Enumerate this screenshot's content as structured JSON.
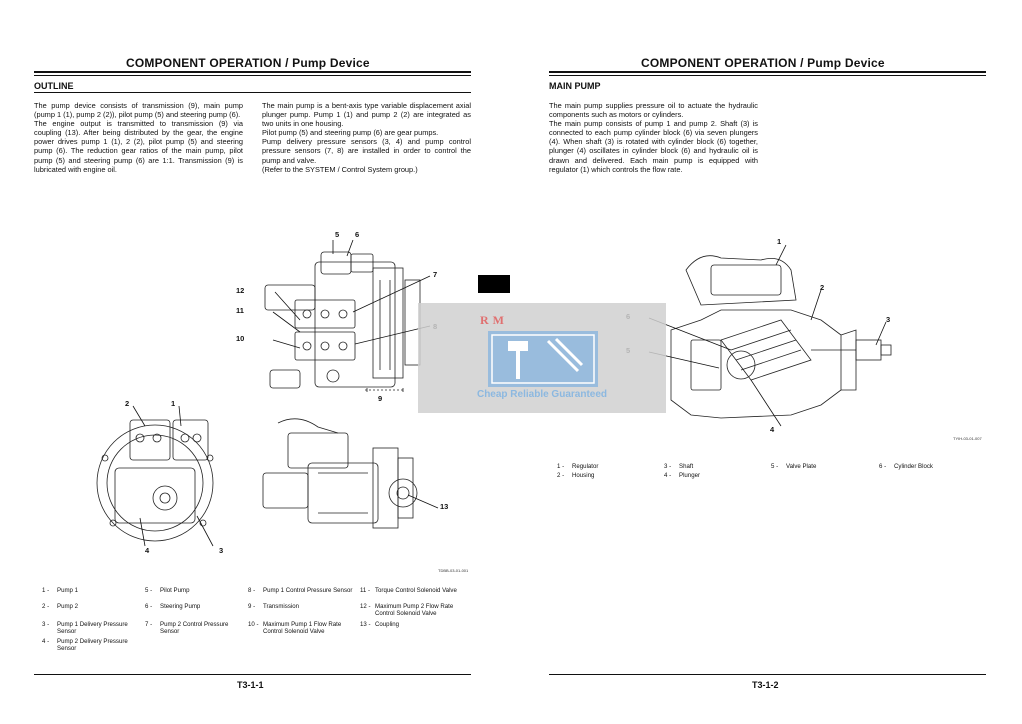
{
  "left": {
    "header": "COMPONENT OPERATION / Pump Device",
    "section": "OUTLINE",
    "col1": [
      "The pump device consists of transmission (9), main pump (pump 1 (1), pump 2 (2)), pilot pump (5) and steering pump (6).",
      "The engine output is transmitted to transmission (9) via coupling (13). After being distributed by the gear, the engine power drives pump 1 (1), 2 (2), pilot pump (5) and steering pump (6). The reduction gear ratios of the main pump, pilot pump (5) and steering pump (6) are 1:1. Transmission (9) is lubricated with engine oil."
    ],
    "col2": [
      "The main pump is a bent-axis type variable displacement axial plunger pump. Pump 1 (1) and pump 2 (2) are integrated as two units in one housing.",
      "Pilot pump (5) and steering pump (6) are gear pumps.",
      "Pump delivery pressure sensors (3, 4) and pump control pressure sensors (7, 8) are installed in order to control the pump and valve.",
      "(Refer to the SYSTEM / Control System group.)"
    ],
    "callouts": [
      "5",
      "6",
      "7",
      "12",
      "11",
      "8",
      "10",
      "9",
      "2",
      "1",
      "4",
      "3",
      "13"
    ],
    "fig_code": "TDBB-03-01-001",
    "legend": [
      {
        "num": "1 -",
        "text": "Pump 1"
      },
      {
        "num": "2 -",
        "text": "Pump 2"
      },
      {
        "num": "3 -",
        "text": "Pump 1 Delivery Pressure Sensor"
      },
      {
        "num": "4 -",
        "text": "Pump 2 Delivery Pressure Sensor"
      },
      {
        "num": "5 -",
        "text": "Pilot Pump"
      },
      {
        "num": "6 -",
        "text": "Steering Pump"
      },
      {
        "num": "7 -",
        "text": "Pump 2 Control Pressure Sensor"
      },
      {
        "num": "8 -",
        "text": "Pump 1 Control Pressure Sensor"
      },
      {
        "num": "9 -",
        "text": "Transmission"
      },
      {
        "num": "10 -",
        "text": "Maximum Pump 1 Flow Rate Control Solenoid Valve"
      },
      {
        "num": "11 -",
        "text": "Torque Control Solenoid Valve"
      },
      {
        "num": "12 -",
        "text": "Maximum Pump 2 Flow Rate Control Solenoid Valve"
      },
      {
        "num": "13 -",
        "text": "Coupling"
      }
    ],
    "footer": "T3-1-1"
  },
  "right": {
    "header": "COMPONENT OPERATION / Pump Device",
    "section": "MAIN PUMP",
    "col1": [
      "The main pump supplies pressure oil to actuate the hydraulic components such as motors or cylinders.",
      "The main pump consists of pump 1 and pump 2. Shaft (3) is connected to each pump cylinder block (6) via seven plungers (4). When shaft (3) is rotated with cylinder block (6) together, plunger (4) oscillates in cylinder block (6) and hydraulic oil is drawn and delivered. Each main pump is equipped with regulator (1) which controls the flow rate."
    ],
    "callouts": [
      "1",
      "2",
      "3",
      "6",
      "5",
      "4"
    ],
    "fig_code": "TYIH-03-01-007",
    "legend": [
      {
        "num": "1 -",
        "text": "Regulator"
      },
      {
        "num": "2 -",
        "text": "Housing"
      },
      {
        "num": "3 -",
        "text": "Shaft"
      },
      {
        "num": "4 -",
        "text": "Plunger"
      },
      {
        "num": "5 -",
        "text": "Valve Plate"
      },
      {
        "num": "6 -",
        "text": "Cylinder Block"
      }
    ],
    "footer": "T3-1-2"
  },
  "watermark": {
    "brand": "RM",
    "tagline": "Cheap Reliable Guaranteed"
  },
  "colors": {
    "ink": "#111111",
    "watermark_bg": "#d0d0d0",
    "watermark_blue": "#8cb8e0",
    "watermark_red": "#e07070"
  }
}
